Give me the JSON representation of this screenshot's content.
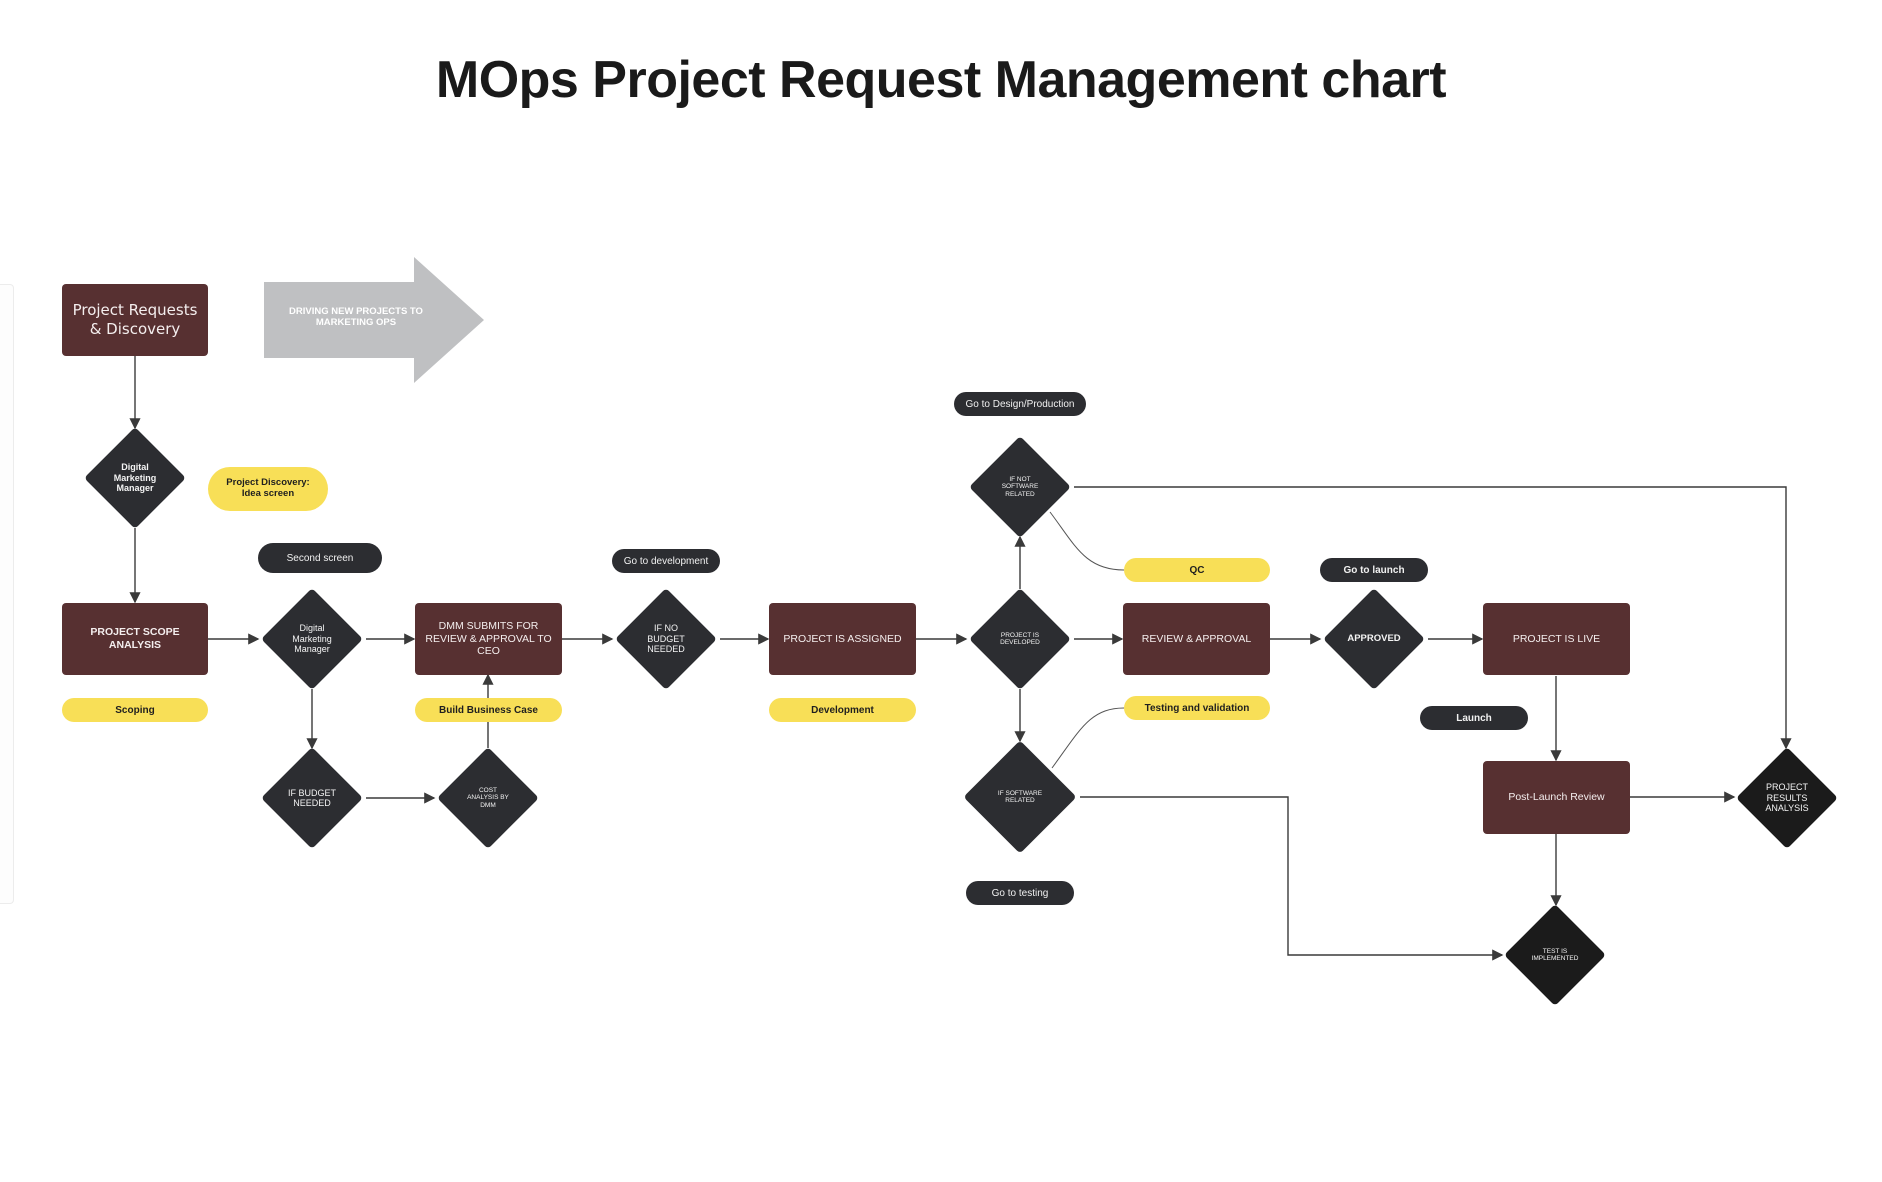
{
  "title": "MOps Project Request Management chart",
  "colors": {
    "process_box": "#573031",
    "decision": "#2c2d31",
    "decision_dark": "#1b1b1b",
    "highlight_pill": "#f8df57",
    "label_pill": "#2c2d31",
    "banner_arrow": "#bfc0c2",
    "connector": "#3a3a3a"
  },
  "banner": {
    "text": "DRIVING NEW PROJECTS TO MARKETING OPS",
    "icon": "right-arrow-shape"
  },
  "nodes": {
    "requests": "Project Requests & Discovery",
    "dmm_1": "Digital Marketing Manager",
    "discovery_pill": "Project Discovery: Idea screen",
    "scope": "PROJECT SCOPE ANALYSIS",
    "scoping_pill": "Scoping",
    "second_screen_pill": "Second screen",
    "dmm_2": "Digital Marketing Manager",
    "budget_needed": "IF BUDGET NEEDED",
    "cost_analysis": "COST ANALYSIS BY DMM",
    "dmm_submits": "DMM SUBMITS FOR REVIEW & APPROVAL TO CEO",
    "business_case_pill": "Build Business Case",
    "go_dev_pill": "Go to development",
    "no_budget": "IF NO BUDGET NEEDED",
    "assigned": "PROJECT IS ASSIGNED",
    "development_pill": "Development",
    "go_design_pill": "Go to Design/Production",
    "not_software": "IF NOT SOFTWARE RELATED",
    "developed": "PROJECT IS DEVELOPED",
    "software": "IF SOFTWARE RELATED",
    "go_testing_pill": "Go to testing",
    "qc_pill": "QC",
    "review": "REVIEW & APPROVAL",
    "testing_pill": "Testing and validation",
    "go_launch_pill": "Go to launch",
    "approved": "APPROVED",
    "live": "PROJECT IS LIVE",
    "launch_pill": "Launch",
    "post_launch": "Post-Launch Review",
    "results": "PROJECT RESULTS ANALYSIS",
    "test_implemented": "TEST IS IMPLEMENTED"
  },
  "edges": [
    [
      "requests",
      "dmm_1"
    ],
    [
      "dmm_1",
      "scope"
    ],
    [
      "scope",
      "dmm_2"
    ],
    [
      "dmm_2",
      "dmm_submits"
    ],
    [
      "dmm_2",
      "budget_needed"
    ],
    [
      "budget_needed",
      "cost_analysis"
    ],
    [
      "cost_analysis",
      "dmm_submits"
    ],
    [
      "dmm_submits",
      "no_budget"
    ],
    [
      "no_budget",
      "assigned"
    ],
    [
      "assigned",
      "developed"
    ],
    [
      "developed",
      "not_software"
    ],
    [
      "developed",
      "software"
    ],
    [
      "developed",
      "review"
    ],
    [
      "not_software",
      "results"
    ],
    [
      "software",
      "test_implemented"
    ],
    [
      "review",
      "approved"
    ],
    [
      "approved",
      "live"
    ],
    [
      "live",
      "post_launch"
    ],
    [
      "post_launch",
      "results"
    ],
    [
      "post_launch",
      "test_implemented"
    ]
  ]
}
